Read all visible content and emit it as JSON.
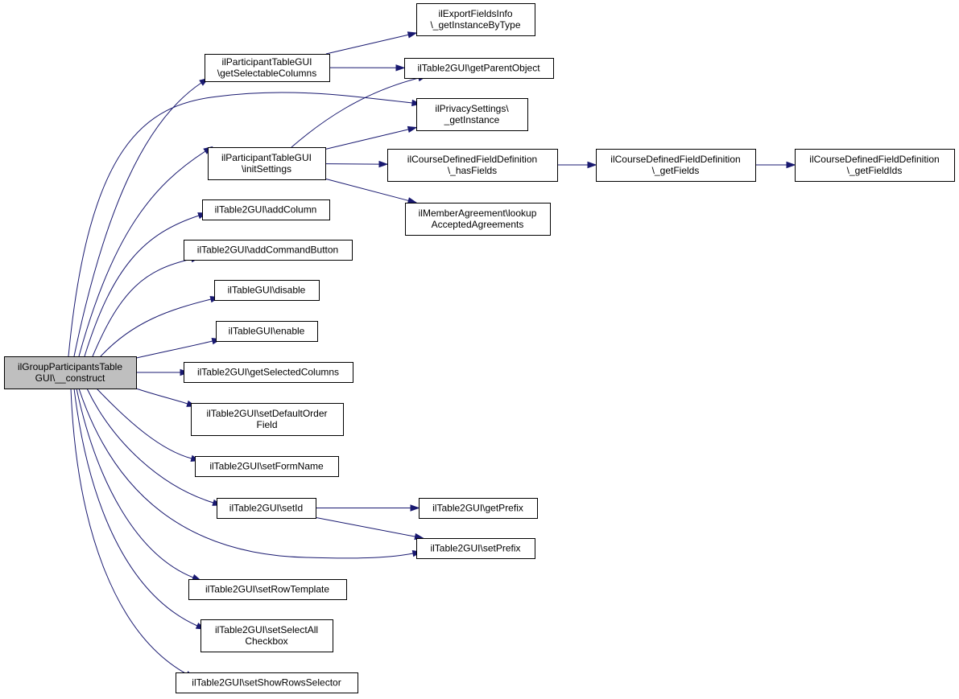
{
  "colors": {
    "root_fill": "#bfbfbf",
    "node_fill": "#ffffff",
    "edge": "#191970"
  },
  "nodes": [
    {
      "id": "root",
      "lines": [
        "ilGroupParticipantsTable",
        "GUI\\__construct"
      ],
      "root": true
    },
    {
      "id": "getSelectableColumns",
      "lines": [
        "ilParticipantTableGUI",
        "\\getSelectableColumns"
      ]
    },
    {
      "id": "initSettings",
      "lines": [
        "ilParticipantTableGUI",
        "\\initSettings"
      ]
    },
    {
      "id": "addColumn",
      "lines": [
        "ilTable2GUI\\addColumn"
      ]
    },
    {
      "id": "addCommandButton",
      "lines": [
        "ilTable2GUI\\addCommandButton"
      ]
    },
    {
      "id": "disable",
      "lines": [
        "ilTableGUI\\disable"
      ]
    },
    {
      "id": "enable",
      "lines": [
        "ilTableGUI\\enable"
      ]
    },
    {
      "id": "getSelectedColumns",
      "lines": [
        "ilTable2GUI\\getSelectedColumns"
      ]
    },
    {
      "id": "setDefaultOrderField",
      "lines": [
        "ilTable2GUI\\setDefaultOrder",
        "Field"
      ]
    },
    {
      "id": "setFormName",
      "lines": [
        "ilTable2GUI\\setFormName"
      ]
    },
    {
      "id": "setId",
      "lines": [
        "ilTable2GUI\\setId"
      ]
    },
    {
      "id": "setRowTemplate",
      "lines": [
        "ilTable2GUI\\setRowTemplate"
      ]
    },
    {
      "id": "setSelectAllCheckbox",
      "lines": [
        "ilTable2GUI\\setSelectAll",
        "Checkbox"
      ]
    },
    {
      "id": "setShowRowsSelector",
      "lines": [
        "ilTable2GUI\\setShowRowsSelector"
      ]
    },
    {
      "id": "exportFieldsInfo",
      "lines": [
        "ilExportFieldsInfo",
        "\\_getInstanceByType"
      ]
    },
    {
      "id": "getParentObject",
      "lines": [
        "ilTable2GUI\\getParentObject"
      ]
    },
    {
      "id": "privacySettings",
      "lines": [
        "ilPrivacySettings\\",
        "_getInstance"
      ]
    },
    {
      "id": "hasFields",
      "lines": [
        "ilCourseDefinedFieldDefinition",
        "\\_hasFields"
      ]
    },
    {
      "id": "memberAgreement",
      "lines": [
        "ilMemberAgreement\\lookup",
        "AcceptedAgreements"
      ]
    },
    {
      "id": "getFields",
      "lines": [
        "ilCourseDefinedFieldDefinition",
        "\\_getFields"
      ]
    },
    {
      "id": "getFieldIds",
      "lines": [
        "ilCourseDefinedFieldDefinition",
        "\\_getFieldIds"
      ]
    },
    {
      "id": "getPrefix",
      "lines": [
        "ilTable2GUI\\getPrefix"
      ]
    },
    {
      "id": "setPrefix",
      "lines": [
        "ilTable2GUI\\setPrefix"
      ]
    }
  ],
  "edges": [
    {
      "from": "root",
      "to": "getSelectableColumns"
    },
    {
      "from": "root",
      "to": "privacySettings"
    },
    {
      "from": "root",
      "to": "initSettings"
    },
    {
      "from": "root",
      "to": "addColumn"
    },
    {
      "from": "root",
      "to": "addCommandButton"
    },
    {
      "from": "root",
      "to": "disable"
    },
    {
      "from": "root",
      "to": "enable"
    },
    {
      "from": "root",
      "to": "getSelectedColumns"
    },
    {
      "from": "root",
      "to": "setDefaultOrderField"
    },
    {
      "from": "root",
      "to": "setFormName"
    },
    {
      "from": "root",
      "to": "setId"
    },
    {
      "from": "root",
      "to": "setPrefix"
    },
    {
      "from": "root",
      "to": "setRowTemplate"
    },
    {
      "from": "root",
      "to": "setSelectAllCheckbox"
    },
    {
      "from": "root",
      "to": "setShowRowsSelector"
    },
    {
      "from": "getSelectableColumns",
      "to": "exportFieldsInfo"
    },
    {
      "from": "getSelectableColumns",
      "to": "getParentObject"
    },
    {
      "from": "initSettings",
      "to": "getParentObject"
    },
    {
      "from": "initSettings",
      "to": "privacySettings"
    },
    {
      "from": "initSettings",
      "to": "hasFields"
    },
    {
      "from": "initSettings",
      "to": "memberAgreement"
    },
    {
      "from": "hasFields",
      "to": "getFields"
    },
    {
      "from": "getFields",
      "to": "getFieldIds"
    },
    {
      "from": "setId",
      "to": "getPrefix"
    },
    {
      "from": "setId",
      "to": "setPrefix"
    }
  ]
}
